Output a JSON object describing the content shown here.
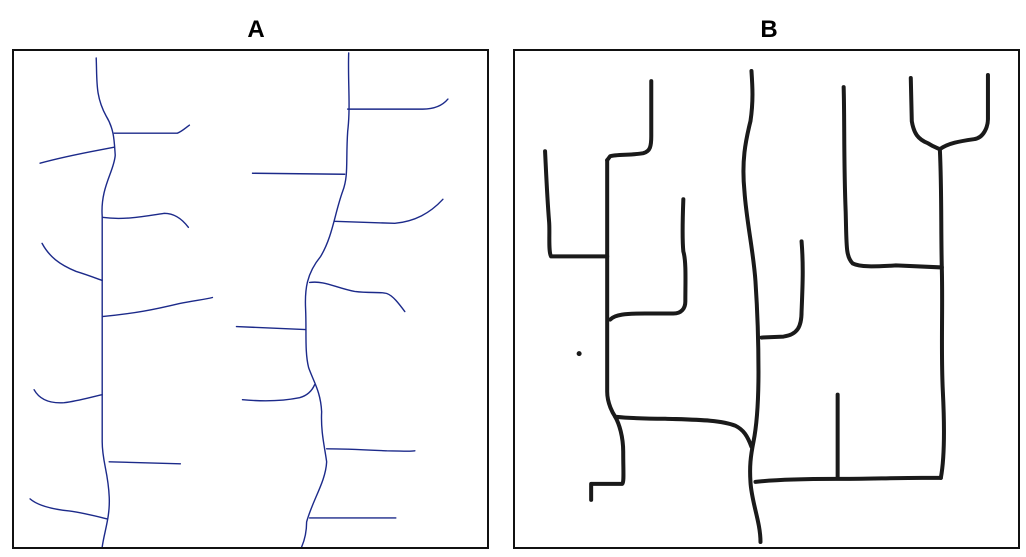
{
  "panels": [
    {
      "id": "A",
      "label": "A",
      "stroke": "#1c2a8a"
    },
    {
      "id": "B",
      "label": "B",
      "stroke": "#1a1a1a"
    }
  ]
}
